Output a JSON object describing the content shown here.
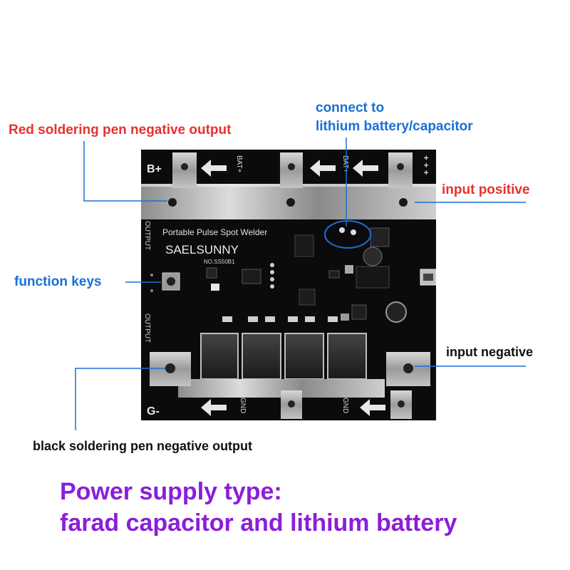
{
  "board": {
    "terminal_top_left": "B+",
    "terminal_bottom_left": "G-",
    "label_bat_1": "BAT+",
    "label_bat_2": "BAT+",
    "label_plus_right": "+ + +",
    "label_gnd_1": "GND",
    "label_gnd_2": "GND",
    "label_output_top": "OUTPUT",
    "label_output_bottom": "OUTPUT",
    "product_line": "Portable Pulse Spot Welder",
    "brand": "SAELSUNNY",
    "model_no": "NO.SS50B1"
  },
  "callouts": {
    "red_pen_negative": "Red soldering pen negative output",
    "connect_line1": "connect to",
    "connect_line2": "lithium battery/capacitor",
    "input_positive": "input positive",
    "function_keys": "function keys",
    "input_negative": "input negative",
    "black_pen_negative": "black soldering pen negative output"
  },
  "footer": {
    "line1": "Power supply type:",
    "line2": "farad capacitor and lithium battery"
  },
  "colors": {
    "red": "#e8312f",
    "blue": "#1a6fd6",
    "purple": "#8b1ed8",
    "board": "#0b0b0d"
  }
}
